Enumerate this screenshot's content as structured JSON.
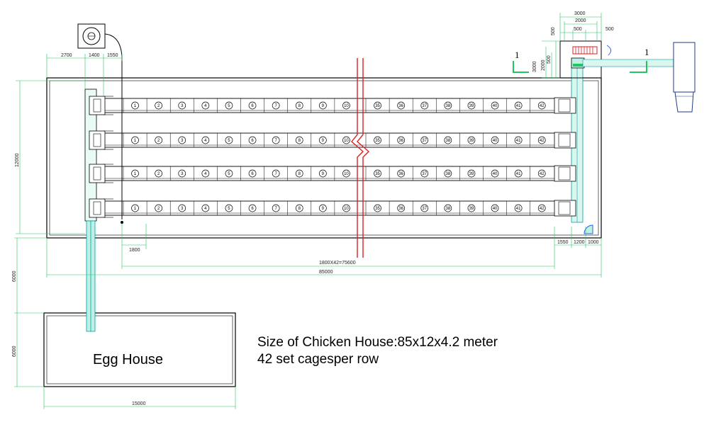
{
  "house": {
    "label": "Egg House"
  },
  "info": {
    "size_line": "Size of Chicken House:85x12x4.2 meter",
    "cages_line": "42 set cagesper row"
  },
  "cage_numbers_left": [
    "1",
    "2",
    "3",
    "4",
    "5",
    "6",
    "7",
    "8",
    "9",
    "10"
  ],
  "cage_numbers_right": [
    "35",
    "36",
    "37",
    "38",
    "39",
    "40",
    "41",
    "42"
  ],
  "dimensions": {
    "top_left_2700": "2700",
    "top_left_1400": "1400",
    "top_left_1550": "1550",
    "left_12000": "12000",
    "left_6000_upper": "6000",
    "left_6000_lower": "6000",
    "cage_1800": "1800",
    "cage_total": "1800X42=75600",
    "house_length": "85000",
    "right_1550": "1550",
    "right_1200": "1200",
    "right_1000": "1000",
    "egg_house_width": "15000",
    "top_3000": "3000",
    "top_2000": "2000",
    "top_500_a": "500",
    "top_500_b": "500",
    "top_500_c": "500",
    "side_3000": "3000",
    "side_2000": "2000",
    "side_500": "500"
  },
  "section_marks": {
    "left": "1",
    "right": "1"
  },
  "colors": {
    "line": "#000000",
    "conveyor": "#00a0a0",
    "conveyor_fill": "#bff0e6",
    "dim_line": "#22c55e",
    "cut_line": "#e11d1d",
    "fan_red": "#e11d1d",
    "pump_blue": "#2563eb"
  }
}
